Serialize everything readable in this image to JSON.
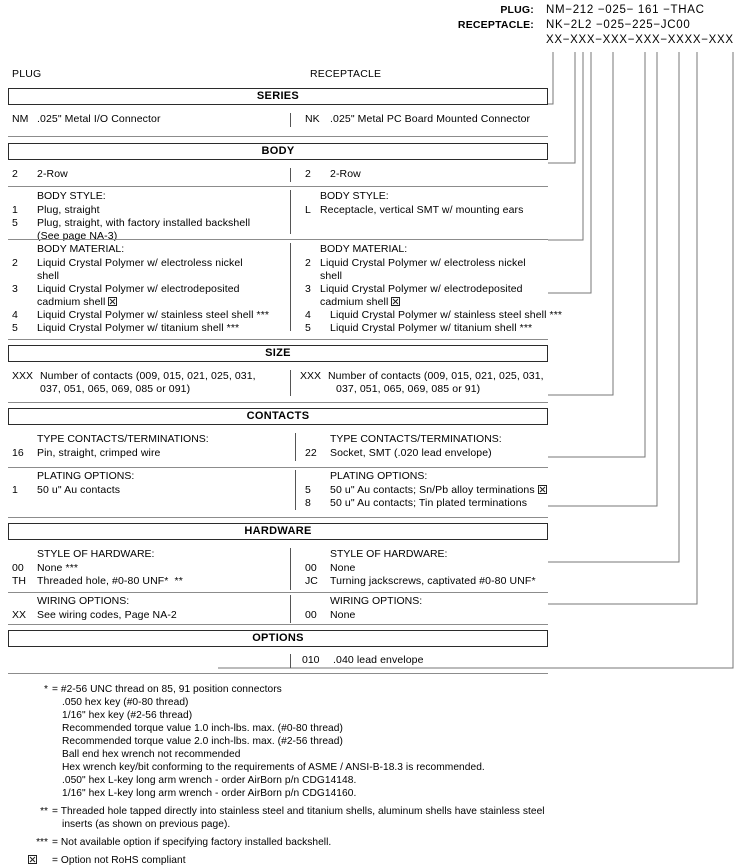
{
  "header": {
    "plug_label": "PLUG:",
    "receptacle_label": "RECEPTACLE:",
    "plug_part_number": "NM−212 −025− 161 −THAC",
    "receptacle_part_number": "NK−2L2 −025−225−JC00",
    "mask_pattern": "XX−XXX−XXX−XXX−XXXX−XXX"
  },
  "columns": {
    "plug": "PLUG",
    "receptacle": "RECEPTACLE"
  },
  "sections": [
    {
      "title": "SERIES",
      "plug": [
        {
          "sub": "",
          "items": [
            {
              "code": "NM",
              "text": ".025\" Metal I/O Connector"
            }
          ]
        }
      ],
      "receptacle": [
        {
          "sub": "",
          "items": [
            {
              "code": "NK",
              "text": ".025\" Metal PC Board Mounted Connector"
            }
          ]
        }
      ]
    },
    {
      "title": "BODY",
      "plug": [
        {
          "sub": "",
          "items": [
            {
              "code": "2",
              "text": "2-Row"
            }
          ]
        },
        {
          "sub": "BODY STYLE:",
          "items": [
            {
              "code": "1",
              "text": "Plug, straight"
            },
            {
              "code": "5",
              "text": "Plug, straight, with factory installed backshell"
            },
            {
              "code": "",
              "text": "(See page NA-3)"
            }
          ]
        },
        {
          "sub": "BODY MATERIAL:",
          "items": [
            {
              "code": "2",
              "text": "Liquid Crystal Polymer w/ electroless nickel"
            },
            {
              "code": "",
              "text": "shell"
            },
            {
              "code": "3",
              "text": "Liquid Crystal Polymer w/ electrodeposited"
            },
            {
              "code": "",
              "text": "cadmium shell",
              "rohs": true
            },
            {
              "code": "4",
              "text": "Liquid Crystal Polymer w/ stainless steel shell ***"
            },
            {
              "code": "5",
              "text": "Liquid Crystal Polymer w/ titanium shell ***"
            }
          ]
        }
      ],
      "receptacle": [
        {
          "sub": "",
          "items": [
            {
              "code": "2",
              "text": "2-Row"
            }
          ]
        },
        {
          "sub": "BODY STYLE:",
          "items": [
            {
              "code": "L",
              "text": "Receptacle, vertical SMT w/ mounting ears"
            }
          ]
        },
        {
          "sub": "BODY MATERIAL:",
          "items": [
            {
              "code": "2",
              "text": "Liquid Crystal Polymer w/ electroless nickel"
            },
            {
              "code": "",
              "text": "shell"
            },
            {
              "code": "3",
              "text": "Liquid Crystal Polymer w/ electrodeposited"
            },
            {
              "code": "",
              "text": "cadmium shell",
              "rohs": true
            },
            {
              "code": "4",
              "text": "Liquid Crystal Polymer w/ stainless steel shell ***"
            },
            {
              "code": "5",
              "text": "Liquid Crystal Polymer w/ titanium shell ***"
            }
          ]
        }
      ]
    },
    {
      "title": "SIZE",
      "plug": [
        {
          "sub": "",
          "items": [
            {
              "code": "XXX",
              "text": "Number of contacts (009, 015, 021, 025, 031,"
            },
            {
              "code": "",
              "text": "037, 051, 065, 069, 085 or 091)"
            }
          ]
        }
      ],
      "receptacle": [
        {
          "sub": "",
          "items": [
            {
              "code": "XXX",
              "text": "Number of contacts (009, 015, 021, 025, 031,"
            },
            {
              "code": "",
              "text": "037, 051, 065, 069, 085 or 91)"
            }
          ]
        }
      ]
    },
    {
      "title": "CONTACTS",
      "plug": [
        {
          "sub": "TYPE CONTACTS/TERMINATIONS:",
          "items": [
            {
              "code": "16",
              "text": "Pin, straight, crimped wire"
            }
          ]
        },
        {
          "sub": "PLATING OPTIONS:",
          "items": [
            {
              "code": "1",
              "text": "50 u\" Au contacts"
            }
          ]
        }
      ],
      "receptacle": [
        {
          "sub": "TYPE CONTACTS/TERMINATIONS:",
          "items": [
            {
              "code": "22",
              "text": "Socket, SMT (.020 lead envelope)"
            }
          ]
        },
        {
          "sub": "PLATING OPTIONS:",
          "items": [
            {
              "code": "5",
              "text": "50 u\" Au contacts; Sn/Pb alloy terminations",
              "rohs": true
            },
            {
              "code": "8",
              "text": "50 u\" Au contacts; Tin plated terminations"
            }
          ]
        }
      ]
    },
    {
      "title": "HARDWARE",
      "plug": [
        {
          "sub": "STYLE OF HARDWARE:",
          "items": [
            {
              "code": "00",
              "text": "None ***"
            },
            {
              "code": "TH",
              "text": "Threaded hole, #0-80 UNF*  **"
            }
          ]
        },
        {
          "sub": "WIRING OPTIONS:",
          "items": [
            {
              "code": "XX",
              "text": "See wiring codes, Page NA-2"
            }
          ]
        }
      ],
      "receptacle": [
        {
          "sub": "STYLE OF HARDWARE:",
          "items": [
            {
              "code": "00",
              "text": "None"
            },
            {
              "code": "JC",
              "text": "Turning jackscrews, captivated #0-80 UNF*"
            }
          ]
        },
        {
          "sub": "WIRING OPTIONS:",
          "items": [
            {
              "code": "00",
              "text": "None"
            }
          ]
        }
      ]
    },
    {
      "title": "OPTIONS",
      "plug": [],
      "receptacle": [
        {
          "sub": "",
          "items": [
            {
              "code": "010",
              "text": ".040 lead envelope"
            }
          ]
        }
      ]
    }
  ],
  "footnotes": [
    {
      "mark": "*",
      "lines": [
        "= #2-56 UNC thread on 85, 91 position connectors",
        ".050 hex key (#0-80 thread)",
        "1/16\" hex key (#2-56 thread)",
        "Recommended torque value 1.0 inch-lbs. max. (#0-80 thread)",
        "Recommended torque value 2.0 inch-lbs. max. (#2-56 thread)",
        "Ball end hex wrench not recommended",
        "Hex wrench key/bit conforming to the requirements of ASME / ANSI-B-18.3 is recommended.",
        ".050\" hex L-key long arm wrench - order AirBorn p/n CDG14148.",
        "1/16\" hex L-key long arm wrench - order AirBorn p/n CDG14160."
      ]
    },
    {
      "mark": "**",
      "lines": [
        "= Threaded hole tapped directly into stainless steel and titanium shells, aluminum shells have stainless steel",
        "inserts (as shown on previous page)."
      ]
    },
    {
      "mark": "***",
      "lines": [
        "= Not available option if specifying factory installed backshell."
      ]
    },
    {
      "mark": "rohs-box",
      "lines": [
        "= Option not RoHS compliant"
      ]
    }
  ]
}
